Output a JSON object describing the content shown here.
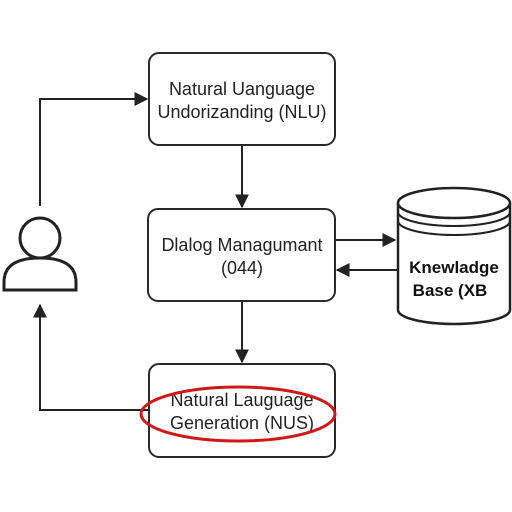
{
  "nodes": {
    "nlu": {
      "line1": "Natural Uanguage",
      "line2": "Undorizanding (NLU)"
    },
    "dm": {
      "line1": "Dlalog Managumant",
      "line2": "(044)"
    },
    "nlg": {
      "line1": "Natural Lauguage",
      "line2": "Generation (NUS)"
    },
    "kb": {
      "line1": "Knewladge",
      "line2": "Base (XB"
    }
  },
  "icons": {
    "user": "user-icon",
    "database": "database-icon"
  },
  "colors": {
    "stroke": "#222222",
    "highlight": "#d01818",
    "background": "#ffffff"
  }
}
